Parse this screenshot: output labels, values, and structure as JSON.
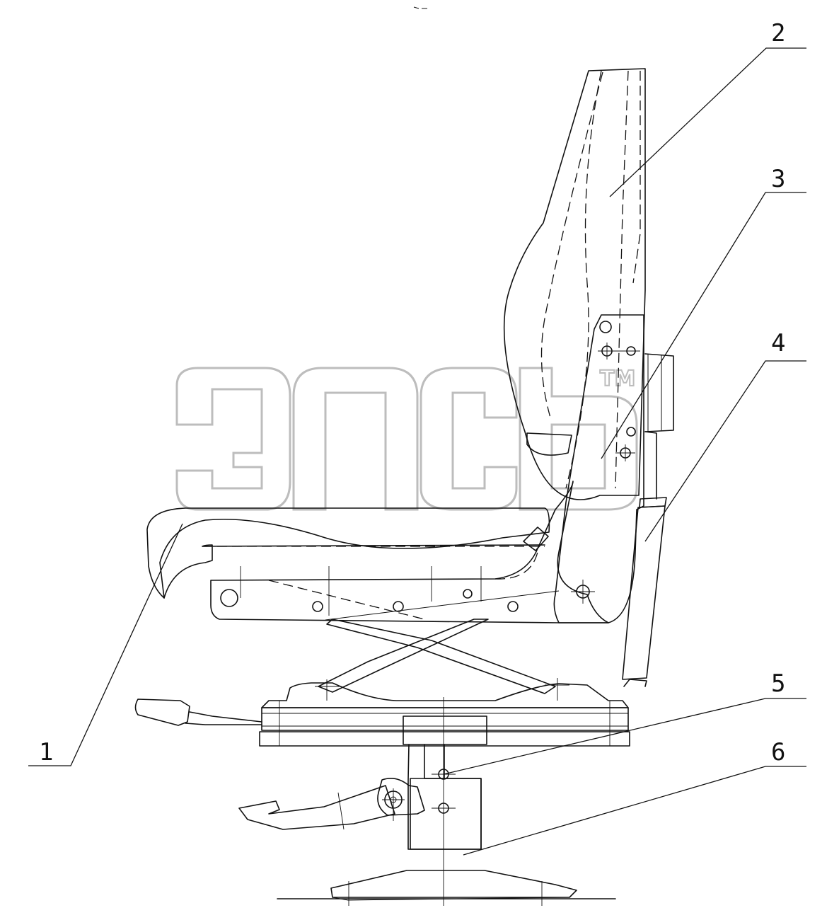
{
  "callouts": [
    {
      "num": "1"
    },
    {
      "num": "2"
    },
    {
      "num": "3"
    },
    {
      "num": "4"
    },
    {
      "num": "5"
    },
    {
      "num": "6"
    }
  ],
  "watermark": {
    "mark": "TM"
  },
  "colors": {
    "line": "#111111",
    "watermark": "#bdbdbd",
    "background": "#ffffff"
  }
}
